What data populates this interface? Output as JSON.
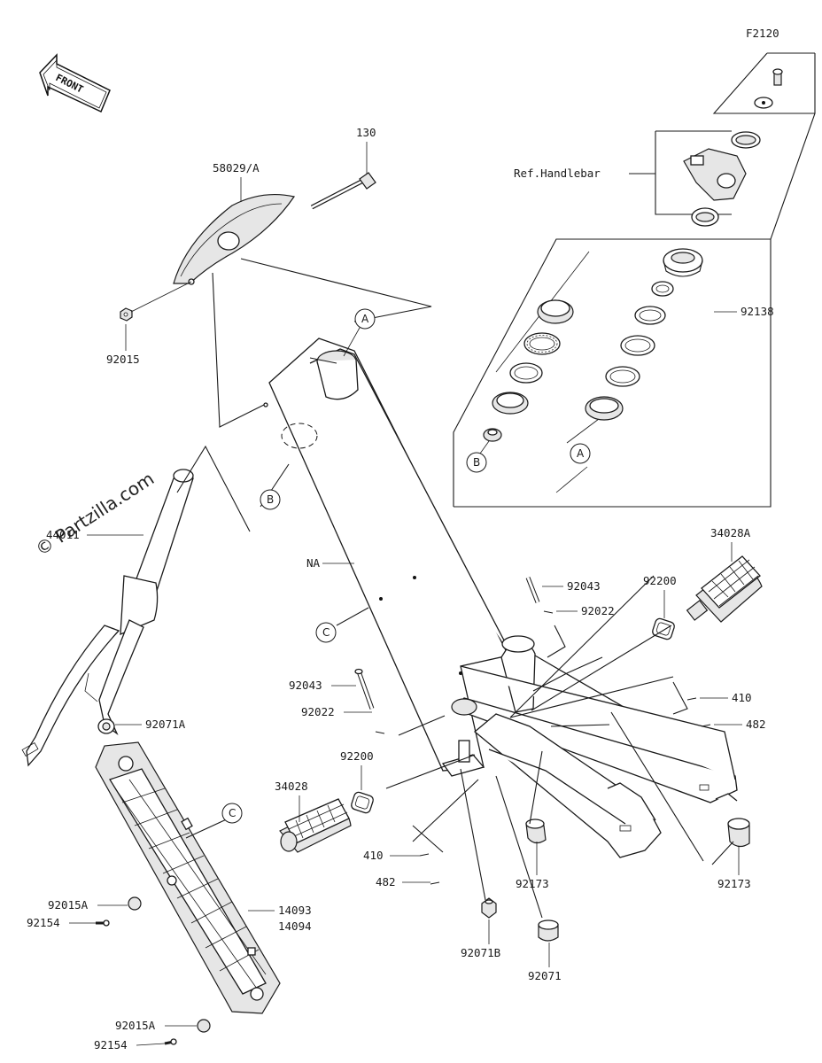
{
  "diagram": {
    "ref_code": "F2120",
    "front_label": "FRONT",
    "watermark": "© Partzilla.com",
    "ref_handlebar": "Ref.Handlebar",
    "callouts": {
      "A": "A",
      "B": "B",
      "C": "C"
    },
    "parts": {
      "p130": "130",
      "p58029A": "58029/A",
      "p92015": "92015",
      "p92138": "92138",
      "p44011": "44011",
      "pNA": "NA",
      "p92043_top": "92043",
      "p92022_top": "92022",
      "p92200_top": "92200",
      "p34028A": "34028A",
      "p92043_mid": "92043",
      "p92022_mid": "92022",
      "p410_right": "410",
      "p482_right": "482",
      "p92071A": "92071A",
      "p92200_mid": "92200",
      "p34028": "34028",
      "p410_left": "410",
      "p482_left": "482",
      "p92173_left": "92173",
      "p92173_right": "92173",
      "p92015A_top": "92015A",
      "p92154_top": "92154",
      "p14093": "14093",
      "p14094": "14094",
      "p92071B": "92071B",
      "p92071": "92071",
      "p92015A_bot": "92015A",
      "p92154_bot": "92154"
    }
  }
}
